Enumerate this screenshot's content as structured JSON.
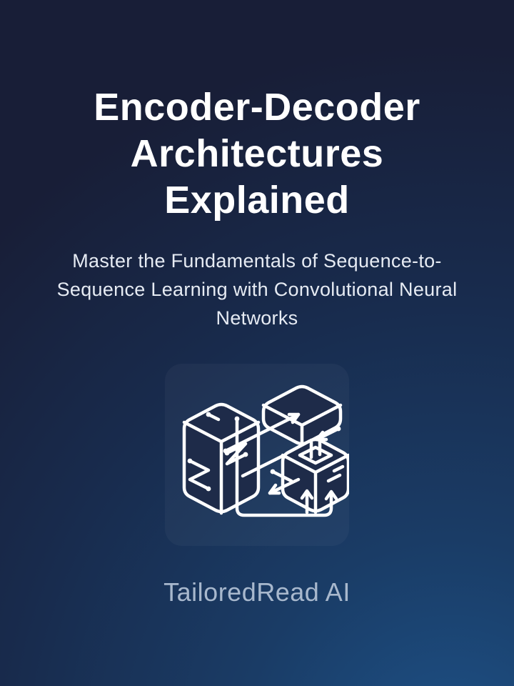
{
  "cover": {
    "title": "Encoder-Decoder Architectures Explained",
    "title_lines": [
      "Encoder-Decoder",
      "Architectures",
      "Explained"
    ],
    "subtitle": "Master the Fundamentals of Sequence-to-Sequence Learning with Convolutional Neural Networks",
    "subtitle_lines": [
      "Master the Fundamentals of Sequence-to-",
      "Sequence Learning with Convolutional Neural",
      "Networks"
    ],
    "brand": "TailoredRead AI",
    "illustration": "isometric-circuit-blocks-line-art",
    "colors": {
      "background_top": "#181e37",
      "background_bottom_left": "#17294a",
      "background_bottom_right": "#16406b",
      "card_background": "#1e2b49",
      "title_text": "#ffffff",
      "subtitle_text": "#e6ebf3",
      "brand_text": "#a8b8cd",
      "line_art": "#ffffff"
    }
  }
}
